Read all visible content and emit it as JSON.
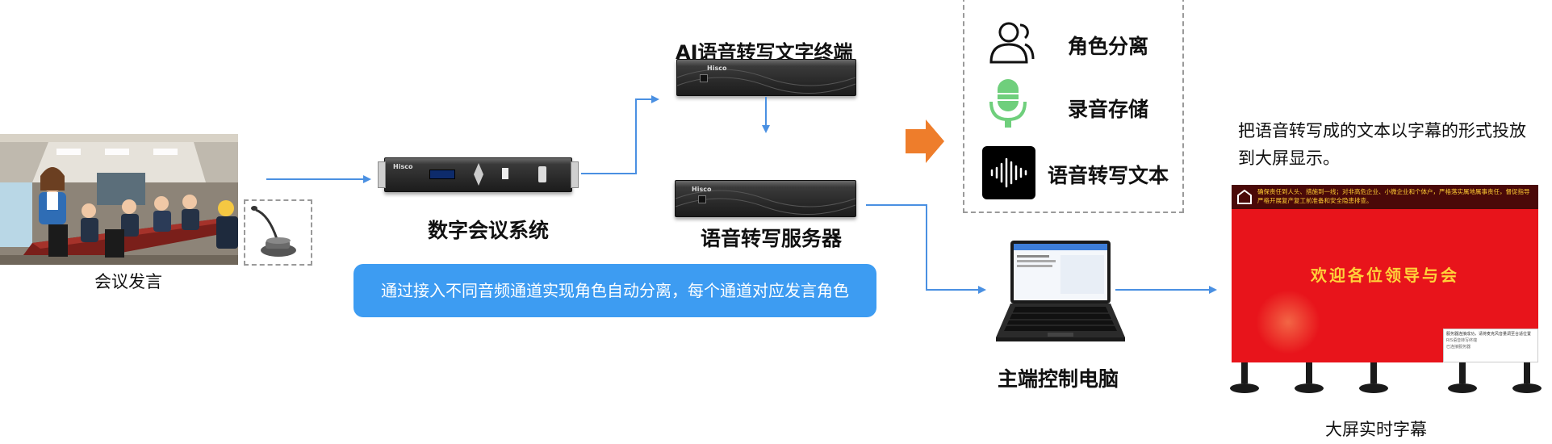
{
  "meeting_label": "会议发言",
  "digital_system_label": "数字会议系统",
  "ai_terminal_label": "AI语音转写文字终端",
  "server_label": "语音转写服务器",
  "pc_label": "主端控制电脑",
  "screen_label": "大屏实时字幕",
  "description_text": "把语音转写成的文本以字幕的形式投放到大屏显示。",
  "pill_text": "通过接入不同音频通道实现角色自动分离，每个通道对应发言角色",
  "features": {
    "role_separation": "角色分离",
    "recording_storage": "录音存储",
    "speech_to_text": "语音转写文本"
  },
  "device_brand": "Hisco",
  "screen": {
    "banner_text": "确保责任到人头、措施到一线；对非高危企业、小微企业和个体户，严格落实属地属事责任，督促指导严格开展复产复工前准备和安全隐患排查。",
    "welcome_text": "欢迎各位领导与会",
    "popup_title": "服务器连接成功，请将麦克风音量调至合适位置",
    "popup_line1": "RIS语音转写终端",
    "popup_line2": "已连接服务器"
  },
  "colors": {
    "arrow_blue": "#4a90e2",
    "pill_blue": "#3d9cf2",
    "orange_arrow": "#ee7d2b",
    "mic_green": "#6fcf7c",
    "screen_red": "#e8141b"
  }
}
